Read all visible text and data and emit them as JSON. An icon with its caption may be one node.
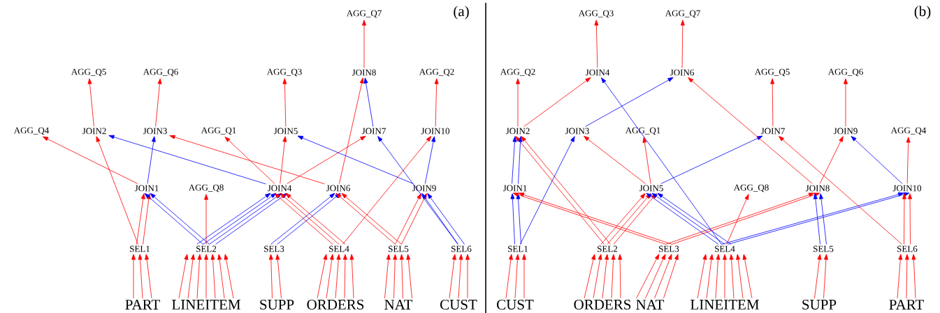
{
  "diagram": {
    "nodes": [
      {
        "text": [
          "AGG_Q7"
        ]
      },
      {
        "text": [
          "AGG_Q5"
        ]
      },
      {
        "text": [
          "AGG_Q6"
        ]
      },
      {
        "text": [
          "AGG_Q3"
        ]
      },
      {
        "text": [
          "JOIN8"
        ]
      },
      {
        "text": [
          "AGG_Q2"
        ]
      },
      {
        "text": [
          "AGG_Q4"
        ]
      },
      {
        "text": [
          "JOIN2"
        ]
      },
      {
        "text": [
          "JOIN3"
        ]
      },
      {
        "text": [
          "AGG_Q1"
        ]
      },
      {
        "text": [
          "JOIN5"
        ]
      },
      {
        "text": [
          "JOIN7"
        ]
      },
      {
        "text": [
          "JOIN10"
        ]
      },
      {
        "text": [
          "JOIN1"
        ]
      },
      {
        "text": [
          "AGG_Q8"
        ]
      },
      {
        "text": [
          "JOIN4"
        ]
      },
      {
        "text": [
          "JOIN6"
        ]
      },
      {
        "text": [
          "JOIN9"
        ]
      },
      {
        "text": [
          "SEL1"
        ]
      },
      {
        "text": [
          "SEL2"
        ]
      },
      {
        "text": [
          "SEL3"
        ]
      },
      {
        "text": [
          "SEL4"
        ]
      },
      {
        "text": [
          "SEL5"
        ]
      },
      {
        "text": [
          "SEL6"
        ]
      },
      {
        "text": [
          "PART"
        ]
      },
      {
        "text": [
          "LINEITEM"
        ]
      },
      {
        "text": [
          "SUPP"
        ]
      },
      {
        "text": [
          "ORDERS"
        ]
      },
      {
        "text": [
          "NAT"
        ]
      },
      {
        "text": [
          "CUST"
        ]
      },
      {
        "text": [
          "AGG_Q3"
        ]
      },
      {
        "text": [
          "AGG_Q7"
        ]
      },
      {
        "text": [
          "AGG_Q2"
        ]
      },
      {
        "text": [
          "JOIN4"
        ]
      },
      {
        "text": [
          "JOIN6"
        ]
      },
      {
        "text": [
          "AGG_Q5"
        ]
      },
      {
        "text": [
          "AGG_Q6"
        ]
      },
      {
        "text": [
          "JOIN2"
        ]
      },
      {
        "text": [
          "JOIN3"
        ]
      },
      {
        "text": [
          "AGG_Q1"
        ]
      },
      {
        "text": [
          "JOIN7"
        ]
      },
      {
        "text": [
          "JOIN9"
        ]
      },
      {
        "text": [
          "AGG_Q4"
        ]
      },
      {
        "text": [
          "JOIN1"
        ]
      },
      {
        "text": [
          "JOIN5"
        ]
      },
      {
        "text": [
          "AGG_Q8"
        ]
      },
      {
        "text": [
          "JOIN8"
        ]
      },
      {
        "text": [
          "JOIN10"
        ]
      },
      {
        "text": [
          "SEL1"
        ]
      },
      {
        "text": [
          "SEL2"
        ]
      },
      {
        "text": [
          "SEL3"
        ]
      },
      {
        "text": [
          "SEL4"
        ]
      },
      {
        "text": [
          "SEL5"
        ]
      },
      {
        "text": [
          "SEL6"
        ]
      },
      {
        "text": [
          "CUST"
        ]
      },
      {
        "text": [
          "ORDERS"
        ]
      },
      {
        "text": [
          "NAT"
        ]
      },
      {
        "text": [
          "LINEITEM"
        ]
      },
      {
        "text": [
          "SUPP"
        ]
      },
      {
        "text": [
          "PART"
        ]
      }
    ],
    "edges": [
      {
        "from": 24,
        "to": 18,
        "arrow": "to"
      },
      {
        "from": 24,
        "to": 18,
        "arrow": "to"
      },
      {
        "from": 24,
        "to": 18,
        "arrow": "to"
      },
      {
        "from": 25,
        "to": 19,
        "arrow": "to"
      },
      {
        "from": 25,
        "to": 19,
        "arrow": "to"
      },
      {
        "from": 25,
        "to": 19,
        "arrow": "to"
      },
      {
        "from": 25,
        "to": 19,
        "arrow": "to"
      },
      {
        "from": 25,
        "to": 19,
        "arrow": "to"
      },
      {
        "from": 25,
        "to": 19,
        "arrow": "to"
      },
      {
        "from": 25,
        "to": 19,
        "arrow": "to"
      },
      {
        "from": 26,
        "to": 20,
        "arrow": "to"
      },
      {
        "from": 26,
        "to": 20,
        "arrow": "to"
      },
      {
        "from": 27,
        "to": 21,
        "arrow": "to"
      },
      {
        "from": 27,
        "to": 21,
        "arrow": "to"
      },
      {
        "from": 27,
        "to": 21,
        "arrow": "to"
      },
      {
        "from": 27,
        "to": 21,
        "arrow": "to"
      },
      {
        "from": 27,
        "to": 21,
        "arrow": "to"
      },
      {
        "from": 28,
        "to": 22,
        "arrow": "to"
      },
      {
        "from": 28,
        "to": 22,
        "arrow": "to"
      },
      {
        "from": 28,
        "to": 22,
        "arrow": "to"
      },
      {
        "from": 28,
        "to": 22,
        "arrow": "to"
      },
      {
        "from": 29,
        "to": 23,
        "arrow": "to"
      },
      {
        "from": 29,
        "to": 23,
        "arrow": "to"
      },
      {
        "from": 29,
        "to": 23,
        "arrow": "to"
      },
      {
        "from": 18,
        "to": 7,
        "arrow": "to"
      },
      {
        "from": 18,
        "to": 13,
        "arrow": "to"
      },
      {
        "from": 18,
        "to": 13,
        "arrow": "to"
      },
      {
        "from": 19,
        "to": 13,
        "arrow": "to",
        "color": "#0000ff"
      },
      {
        "from": 19,
        "to": 13,
        "arrow": "to",
        "color": "#0000ff"
      },
      {
        "from": 19,
        "to": 14,
        "arrow": "to"
      },
      {
        "from": 19,
        "to": 15,
        "arrow": "to",
        "color": "#0000ff"
      },
      {
        "from": 19,
        "to": 15,
        "arrow": "to",
        "color": "#0000ff"
      },
      {
        "from": 19,
        "to": 15,
        "arrow": "to",
        "color": "#0000ff"
      },
      {
        "from": 19,
        "to": 15,
        "arrow": "to",
        "color": "#0000ff"
      },
      {
        "from": 20,
        "to": 16,
        "arrow": "to",
        "color": "#0000ff"
      },
      {
        "from": 20,
        "to": 16,
        "arrow": "to",
        "color": "#0000ff"
      },
      {
        "from": 21,
        "to": 15,
        "arrow": "to"
      },
      {
        "from": 21,
        "to": 15,
        "arrow": "to"
      },
      {
        "from": 21,
        "to": 15,
        "arrow": "to"
      },
      {
        "from": 21,
        "to": 12,
        "arrow": "to"
      },
      {
        "from": 22,
        "to": 16,
        "arrow": "to"
      },
      {
        "from": 22,
        "to": 16,
        "arrow": "to"
      },
      {
        "from": 22,
        "to": 17,
        "arrow": "to"
      },
      {
        "from": 22,
        "to": 17,
        "arrow": "to"
      },
      {
        "from": 23,
        "to": 17,
        "arrow": "to",
        "color": "#0000ff"
      },
      {
        "from": 23,
        "to": 17,
        "arrow": "to",
        "color": "#0000ff"
      },
      {
        "from": 23,
        "to": 11,
        "arrow": "to",
        "color": "#0000ff"
      },
      {
        "from": 13,
        "to": 6,
        "arrow": "to"
      },
      {
        "from": 13,
        "to": 8,
        "arrow": "to",
        "color": "#0000ff"
      },
      {
        "from": 15,
        "to": 7,
        "arrow": "to",
        "color": "#0000ff"
      },
      {
        "from": 15,
        "to": 9,
        "arrow": "to"
      },
      {
        "from": 15,
        "to": 10,
        "arrow": "to"
      },
      {
        "from": 15,
        "to": 11,
        "arrow": "to"
      },
      {
        "from": 16,
        "to": 8,
        "arrow": "to"
      },
      {
        "from": 16,
        "to": 4,
        "arrow": "to"
      },
      {
        "from": 17,
        "to": 10,
        "arrow": "to",
        "color": "#0000ff"
      },
      {
        "from": 17,
        "to": 12,
        "arrow": "to",
        "color": "#0000ff"
      },
      {
        "from": 7,
        "to": 1,
        "arrow": "to"
      },
      {
        "from": 8,
        "to": 2,
        "arrow": "to"
      },
      {
        "from": 10,
        "to": 3,
        "arrow": "to"
      },
      {
        "from": 11,
        "to": 4,
        "arrow": "to",
        "color": "#0000ff"
      },
      {
        "from": 12,
        "to": 5,
        "arrow": "to"
      },
      {
        "from": 4,
        "to": 0,
        "arrow": "to"
      },
      {
        "from": 54,
        "to": 48,
        "arrow": "to"
      },
      {
        "from": 54,
        "to": 48,
        "arrow": "to"
      },
      {
        "from": 54,
        "to": 48,
        "arrow": "to"
      },
      {
        "from": 55,
        "to": 49,
        "arrow": "to"
      },
      {
        "from": 55,
        "to": 49,
        "arrow": "to"
      },
      {
        "from": 55,
        "to": 49,
        "arrow": "to"
      },
      {
        "from": 55,
        "to": 49,
        "arrow": "to"
      },
      {
        "from": 55,
        "to": 49,
        "arrow": "to"
      },
      {
        "from": 56,
        "to": 50,
        "arrow": "to"
      },
      {
        "from": 56,
        "to": 50,
        "arrow": "to"
      },
      {
        "from": 56,
        "to": 50,
        "arrow": "to"
      },
      {
        "from": 56,
        "to": 50,
        "arrow": "to"
      },
      {
        "from": 57,
        "to": 51,
        "arrow": "to"
      },
      {
        "from": 57,
        "to": 51,
        "arrow": "to"
      },
      {
        "from": 57,
        "to": 51,
        "arrow": "to"
      },
      {
        "from": 57,
        "to": 51,
        "arrow": "to"
      },
      {
        "from": 57,
        "to": 51,
        "arrow": "to"
      },
      {
        "from": 57,
        "to": 51,
        "arrow": "to"
      },
      {
        "from": 57,
        "to": 51,
        "arrow": "to"
      },
      {
        "from": 58,
        "to": 52,
        "arrow": "to"
      },
      {
        "from": 58,
        "to": 52,
        "arrow": "to"
      },
      {
        "from": 59,
        "to": 53,
        "arrow": "to"
      },
      {
        "from": 59,
        "to": 53,
        "arrow": "to"
      },
      {
        "from": 59,
        "to": 53,
        "arrow": "to"
      },
      {
        "from": 48,
        "to": 43,
        "arrow": "to",
        "color": "#0000ff"
      },
      {
        "from": 48,
        "to": 43,
        "arrow": "to",
        "color": "#0000ff"
      },
      {
        "from": 48,
        "to": 38,
        "arrow": "to",
        "color": "#0000ff"
      },
      {
        "from": 49,
        "to": 37,
        "arrow": "to"
      },
      {
        "from": 49,
        "to": 37,
        "arrow": "to"
      },
      {
        "from": 49,
        "to": 44,
        "arrow": "to"
      },
      {
        "from": 49,
        "to": 44,
        "arrow": "to"
      },
      {
        "from": 49,
        "to": 44,
        "arrow": "to"
      },
      {
        "from": 50,
        "to": 43,
        "arrow": "to"
      },
      {
        "from": 50,
        "to": 43,
        "arrow": "to"
      },
      {
        "from": 50,
        "to": 46,
        "arrow": "to"
      },
      {
        "from": 50,
        "to": 46,
        "arrow": "to"
      },
      {
        "from": 51,
        "to": 44,
        "arrow": "to",
        "color": "#0000ff"
      },
      {
        "from": 51,
        "to": 44,
        "arrow": "to",
        "color": "#0000ff"
      },
      {
        "from": 51,
        "to": 44,
        "arrow": "to",
        "color": "#0000ff"
      },
      {
        "from": 51,
        "to": 33,
        "arrow": "to",
        "color": "#0000ff"
      },
      {
        "from": 51,
        "to": 45,
        "arrow": "to"
      },
      {
        "from": 51,
        "to": 47,
        "arrow": "to",
        "color": "#0000ff"
      },
      {
        "from": 51,
        "to": 47,
        "arrow": "to",
        "color": "#0000ff"
      },
      {
        "from": 52,
        "to": 46,
        "arrow": "to",
        "color": "#0000ff"
      },
      {
        "from": 52,
        "to": 46,
        "arrow": "to",
        "color": "#0000ff"
      },
      {
        "from": 53,
        "to": 47,
        "arrow": "to"
      },
      {
        "from": 53,
        "to": 47,
        "arrow": "to"
      },
      {
        "from": 53,
        "to": 40,
        "arrow": "to"
      },
      {
        "from": 43,
        "to": 37,
        "arrow": "to",
        "color": "#0000ff"
      },
      {
        "from": 43,
        "to": 37,
        "arrow": "to",
        "color": "#0000ff"
      },
      {
        "from": 44,
        "to": 38,
        "arrow": "to"
      },
      {
        "from": 44,
        "to": 39,
        "arrow": "to"
      },
      {
        "from": 44,
        "to": 40,
        "arrow": "to",
        "color": "#0000ff"
      },
      {
        "from": 46,
        "to": 34,
        "arrow": "to"
      },
      {
        "from": 46,
        "to": 41,
        "arrow": "to"
      },
      {
        "from": 47,
        "to": 41,
        "arrow": "to",
        "color": "#0000ff"
      },
      {
        "from": 47,
        "to": 42,
        "arrow": "to"
      },
      {
        "from": 37,
        "to": 32,
        "arrow": "to"
      },
      {
        "from": 37,
        "to": 33,
        "arrow": "to"
      },
      {
        "from": 38,
        "to": 34,
        "arrow": "to",
        "color": "#0000ff"
      },
      {
        "from": 40,
        "to": 35,
        "arrow": "to"
      },
      {
        "from": 41,
        "to": 36,
        "arrow": "to"
      },
      {
        "from": 33,
        "to": 30,
        "arrow": "to"
      },
      {
        "from": 34,
        "to": 31,
        "arrow": "to"
      }
    ],
    "labels": [
      "(a)",
      "(b)"
    ]
  }
}
